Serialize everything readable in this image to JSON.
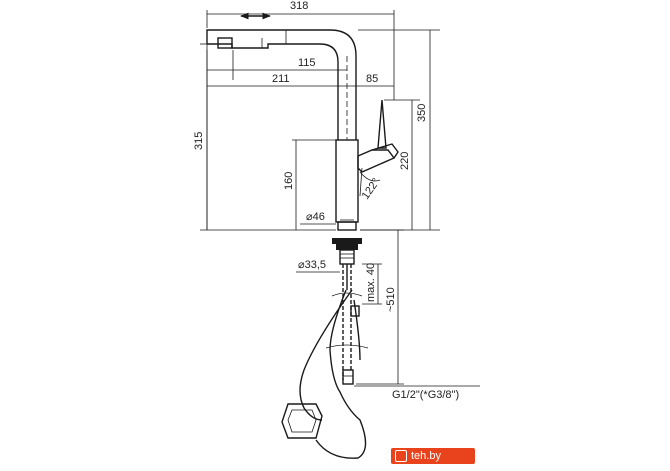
{
  "dimensions": {
    "d318": "318",
    "d115": "115",
    "d211": "211",
    "d85": "85",
    "d350": "350",
    "d315": "315",
    "d220": "220",
    "d160": "160",
    "d46": "⌀46",
    "angle": "122°",
    "d335": "⌀33,5",
    "max40": "max. 40",
    "d510": "~510",
    "thread": "G1/2\"(*G3/8\")"
  },
  "watermark": {
    "text": "teh.by",
    "color": "#e8431c"
  },
  "icons": [
    "flow-direction-arrow-icon",
    "shop-logo-icon"
  ]
}
